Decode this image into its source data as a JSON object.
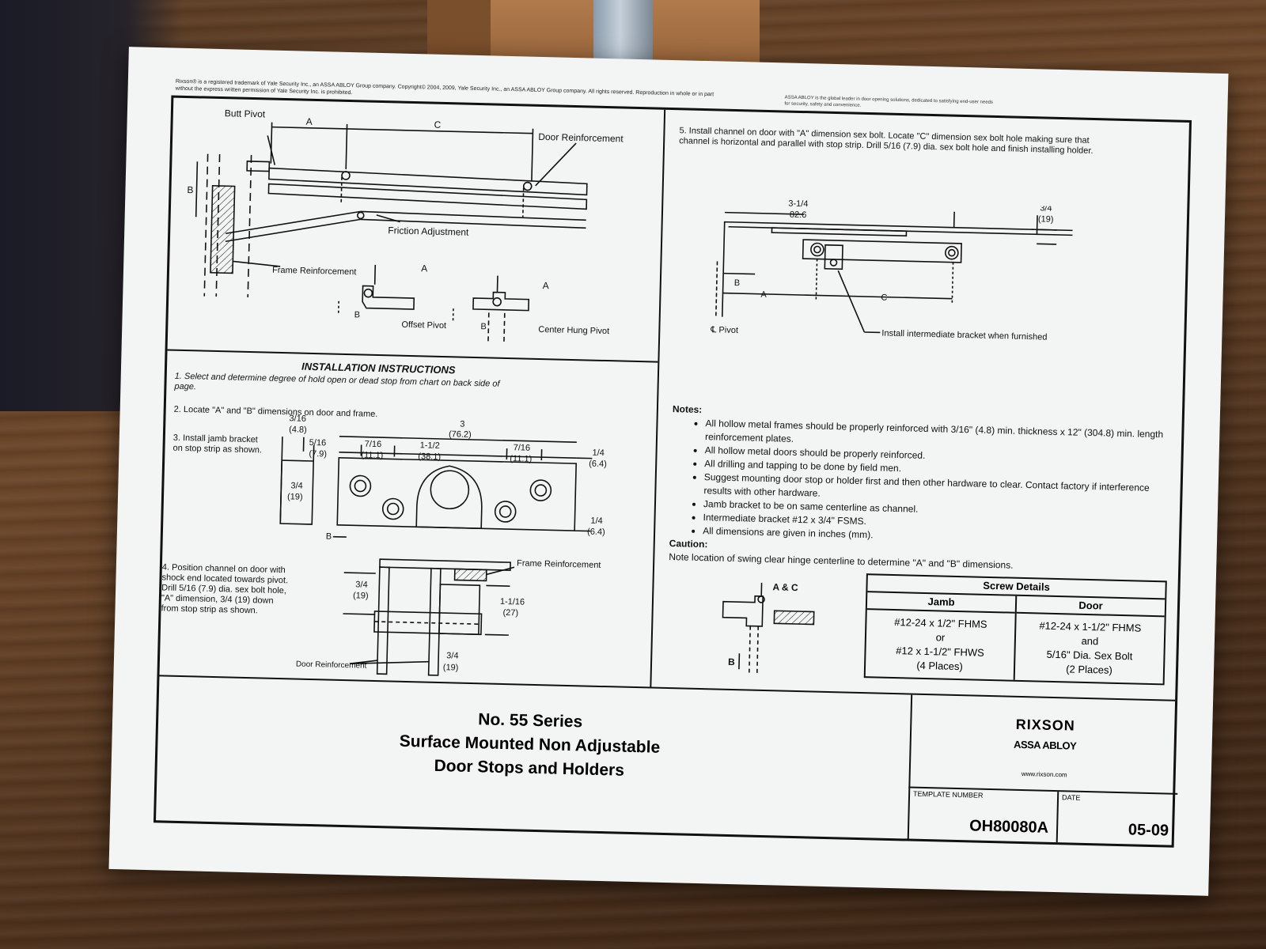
{
  "header": {
    "copyright": "Rixson® is a registered trademark of Yale Security Inc., an ASSA ABLOY Group company. Copyright© 2004, 2009, Yale Security Inc., an ASSA ABLOY Group company. All rights reserved. Reproduction in whole or in part without the express written permission of Yale Security Inc. is prohibited.",
    "assa_note": "ASSA ABLOY is the global leader in door opening solutions, dedicated to satisfying end-user needs for security, safety and convenience."
  },
  "top_diagram": {
    "butt_pivot": "Butt Pivot",
    "label_a": "A",
    "label_c": "C",
    "label_b": "B",
    "door_reinforcement": "Door Reinforcement",
    "friction_adjustment": "Friction Adjustment",
    "frame_reinforcement": "Frame Reinforcement",
    "offset_pivot": "Offset Pivot",
    "center_hung_pivot": "Center Hung Pivot"
  },
  "instructions": {
    "heading": "INSTALLATION INSTRUCTIONS",
    "step1": "1. Select and determine degree of hold open or dead stop from chart on back side of page.",
    "step2": "2. Locate \"A\" and \"B\" dimensions on door and frame.",
    "step3": "3. Install jamb bracket on stop strip as shown.",
    "step4": "4. Position channel on door with shock end located towards pivot. Drill 5/16 (7.9) dia. sex bolt hole, \"A\" dimension, 3/4 (19) down from stop strip as shown.",
    "step5": "5. Install channel on door with \"A\" dimension sex bolt. Locate \"C\" dimension sex bolt hole making sure that channel is horizontal and parallel with stop strip. Drill 5/16 (7.9) dia. sex bolt hole and finish installing holder."
  },
  "bracket_dims": {
    "d1": "3/16",
    "d1mm": "(4.8)",
    "d2": "5/16",
    "d2mm": "(7.9)",
    "d3": "7/16",
    "d3mm": "(11.1)",
    "d4": "1-1/2",
    "d4mm": "(38.1)",
    "d5": "7/16",
    "d5mm": "(11.1)",
    "d6": "3",
    "d6mm": "(76.2)",
    "d7": "1/4",
    "d7mm": "(6.4)",
    "d8": "3/4",
    "d8mm": "(19)",
    "d9": "1/4",
    "d9mm": "(6.4)",
    "b": "B"
  },
  "channel_dims": {
    "frame_reinforcement": "Frame Reinforcement",
    "d1": "3/4",
    "d1mm": "(19)",
    "d2": "1-1/16",
    "d2mm": "(27)",
    "d3": "3/4",
    "d3mm": "(19)",
    "door_reinforcement": "Door Reinforcement"
  },
  "step5_diagram": {
    "d1": "3-1/4",
    "d1mm": "82.6",
    "d2": "3/4",
    "d2mm": "(19)",
    "b": "B",
    "a": "A",
    "c": "C",
    "pivot": "℄ Pivot",
    "intermediate": "Install intermediate bracket when furnished"
  },
  "notes": {
    "heading": "Notes:",
    "items": [
      "All hollow metal frames should be properly reinforced with 3/16\" (4.8) min. thickness x 12\" (304.8) min. length reinforcement plates.",
      "All hollow metal doors should be properly reinforced.",
      "All drilling and tapping to be done by field men.",
      "Suggest mounting door stop or holder first and then other hardware to clear. Contact factory if interference results with other hardware.",
      "Jamb bracket to be on same centerline as channel.",
      "Intermediate bracket #12 x 3/4\" FSMS.",
      "All dimensions are given in inches (mm)."
    ],
    "caution_heading": "Caution:",
    "caution": "Note location of swing clear hinge centerline to determine \"A\" and \"B\" dimensions."
  },
  "swing_clear": {
    "ac": "A & C",
    "b": "B"
  },
  "screw_details": {
    "title": "Screw Details",
    "jamb": {
      "header": "Jamb",
      "lines": [
        "#12-24 x 1/2\" FHMS",
        "or",
        "#12 x 1-1/2\" FHWS",
        "(4 Places)"
      ]
    },
    "door": {
      "header": "Door",
      "lines": [
        "#12-24 x 1-1/2\" FHMS",
        "and",
        "5/16\" Dia. Sex Bolt",
        "(2 Places)"
      ]
    }
  },
  "title_block": {
    "line1": "No. 55 Series",
    "line2": "Surface Mounted Non Adjustable",
    "line3": "Door Stops and Holders",
    "brand": "RIXSON",
    "group": "ASSA ABLOY",
    "url": "www.rixson.com",
    "template_label": "TEMPLATE NUMBER",
    "template_number": "OH80080A",
    "date_label": "DATE",
    "date": "05-09"
  }
}
